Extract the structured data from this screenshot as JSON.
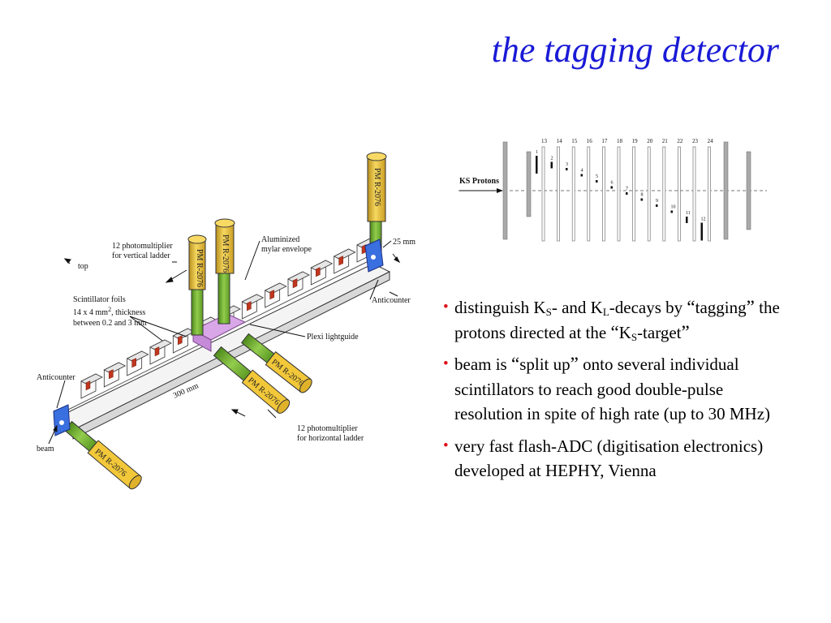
{
  "title": "the tagging detector",
  "drawing": {
    "pm_label": "PM R-2076",
    "label_vertical": [
      "12 photomultiplier",
      "for vertical ladder"
    ],
    "label_aluminized": [
      "Aluminized",
      "mylar envelope"
    ],
    "label_25mm": "25 mm",
    "label_top": "top",
    "label_scint": [
      "Scintillator foils",
      "14 x 4 mm",
      "2",
      ", thickness",
      "between 0.2 and 3 mm"
    ],
    "label_anticounter": "Anticounter",
    "label_plexi": "Plexi lightguide",
    "label_300mm": "300 mm",
    "label_horizontal": [
      "12 photomultiplier",
      "for horizontal ladder"
    ],
    "label_beam": "beam"
  },
  "ladder": {
    "ks_label": "KS Protons",
    "top_numbers": [
      "13",
      "14",
      "15",
      "16",
      "17",
      "18",
      "19",
      "20",
      "21",
      "22",
      "23",
      "24"
    ],
    "inner_numbers": [
      "1",
      "2",
      "3",
      "4",
      "5",
      "6",
      "7",
      "8",
      "9",
      "10",
      "11",
      "12"
    ]
  },
  "bullets": {
    "b1": {
      "t1": "distinguish K",
      "s1": "S",
      "t2": "- and K",
      "s2": "L",
      "t3": "-decays by",
      "q_open": "“",
      "t4": "tagging",
      "q_close": "”",
      "t5": " the protons directed at the ",
      "t6": "K",
      "s3": "S",
      "t7": "-target"
    },
    "b2": {
      "t1": "beam is ",
      "q_open": "“",
      "t2": "split up",
      "q_close": "”",
      "t3": " onto several individual scintillators to reach good double-pulse resolution in spite of high rate (up to 30 MHz)"
    },
    "b3": "very fast flash-ADC (digitisation electronics) developed at HEPHY, Vienna",
    "bullet_color": "#e0101a"
  },
  "colors": {
    "title": "#1a1ad6",
    "pm_yellow": "#f2c83a",
    "pm_green": "#7ab838",
    "scint_red": "#c0361e",
    "lightguide_violet": "#d9a6e8",
    "anticounter_blue": "#3a6fe0"
  }
}
